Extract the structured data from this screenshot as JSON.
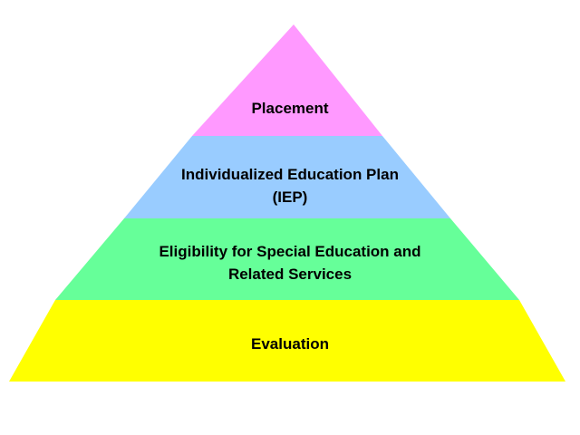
{
  "pyramid": {
    "tiers": [
      {
        "id": "placement",
        "lines": [
          "Placement"
        ],
        "fill": "#ff99ff"
      },
      {
        "id": "iep",
        "lines": [
          "Individualized Education Plan",
          "(IEP)"
        ],
        "fill": "#99ccff"
      },
      {
        "id": "eligibility",
        "lines": [
          "Eligibility for Special Education and",
          "Related Services"
        ],
        "fill": "#66ff99"
      },
      {
        "id": "evaluation",
        "lines": [
          "Evaluation"
        ],
        "fill": "#ffff00"
      }
    ]
  }
}
